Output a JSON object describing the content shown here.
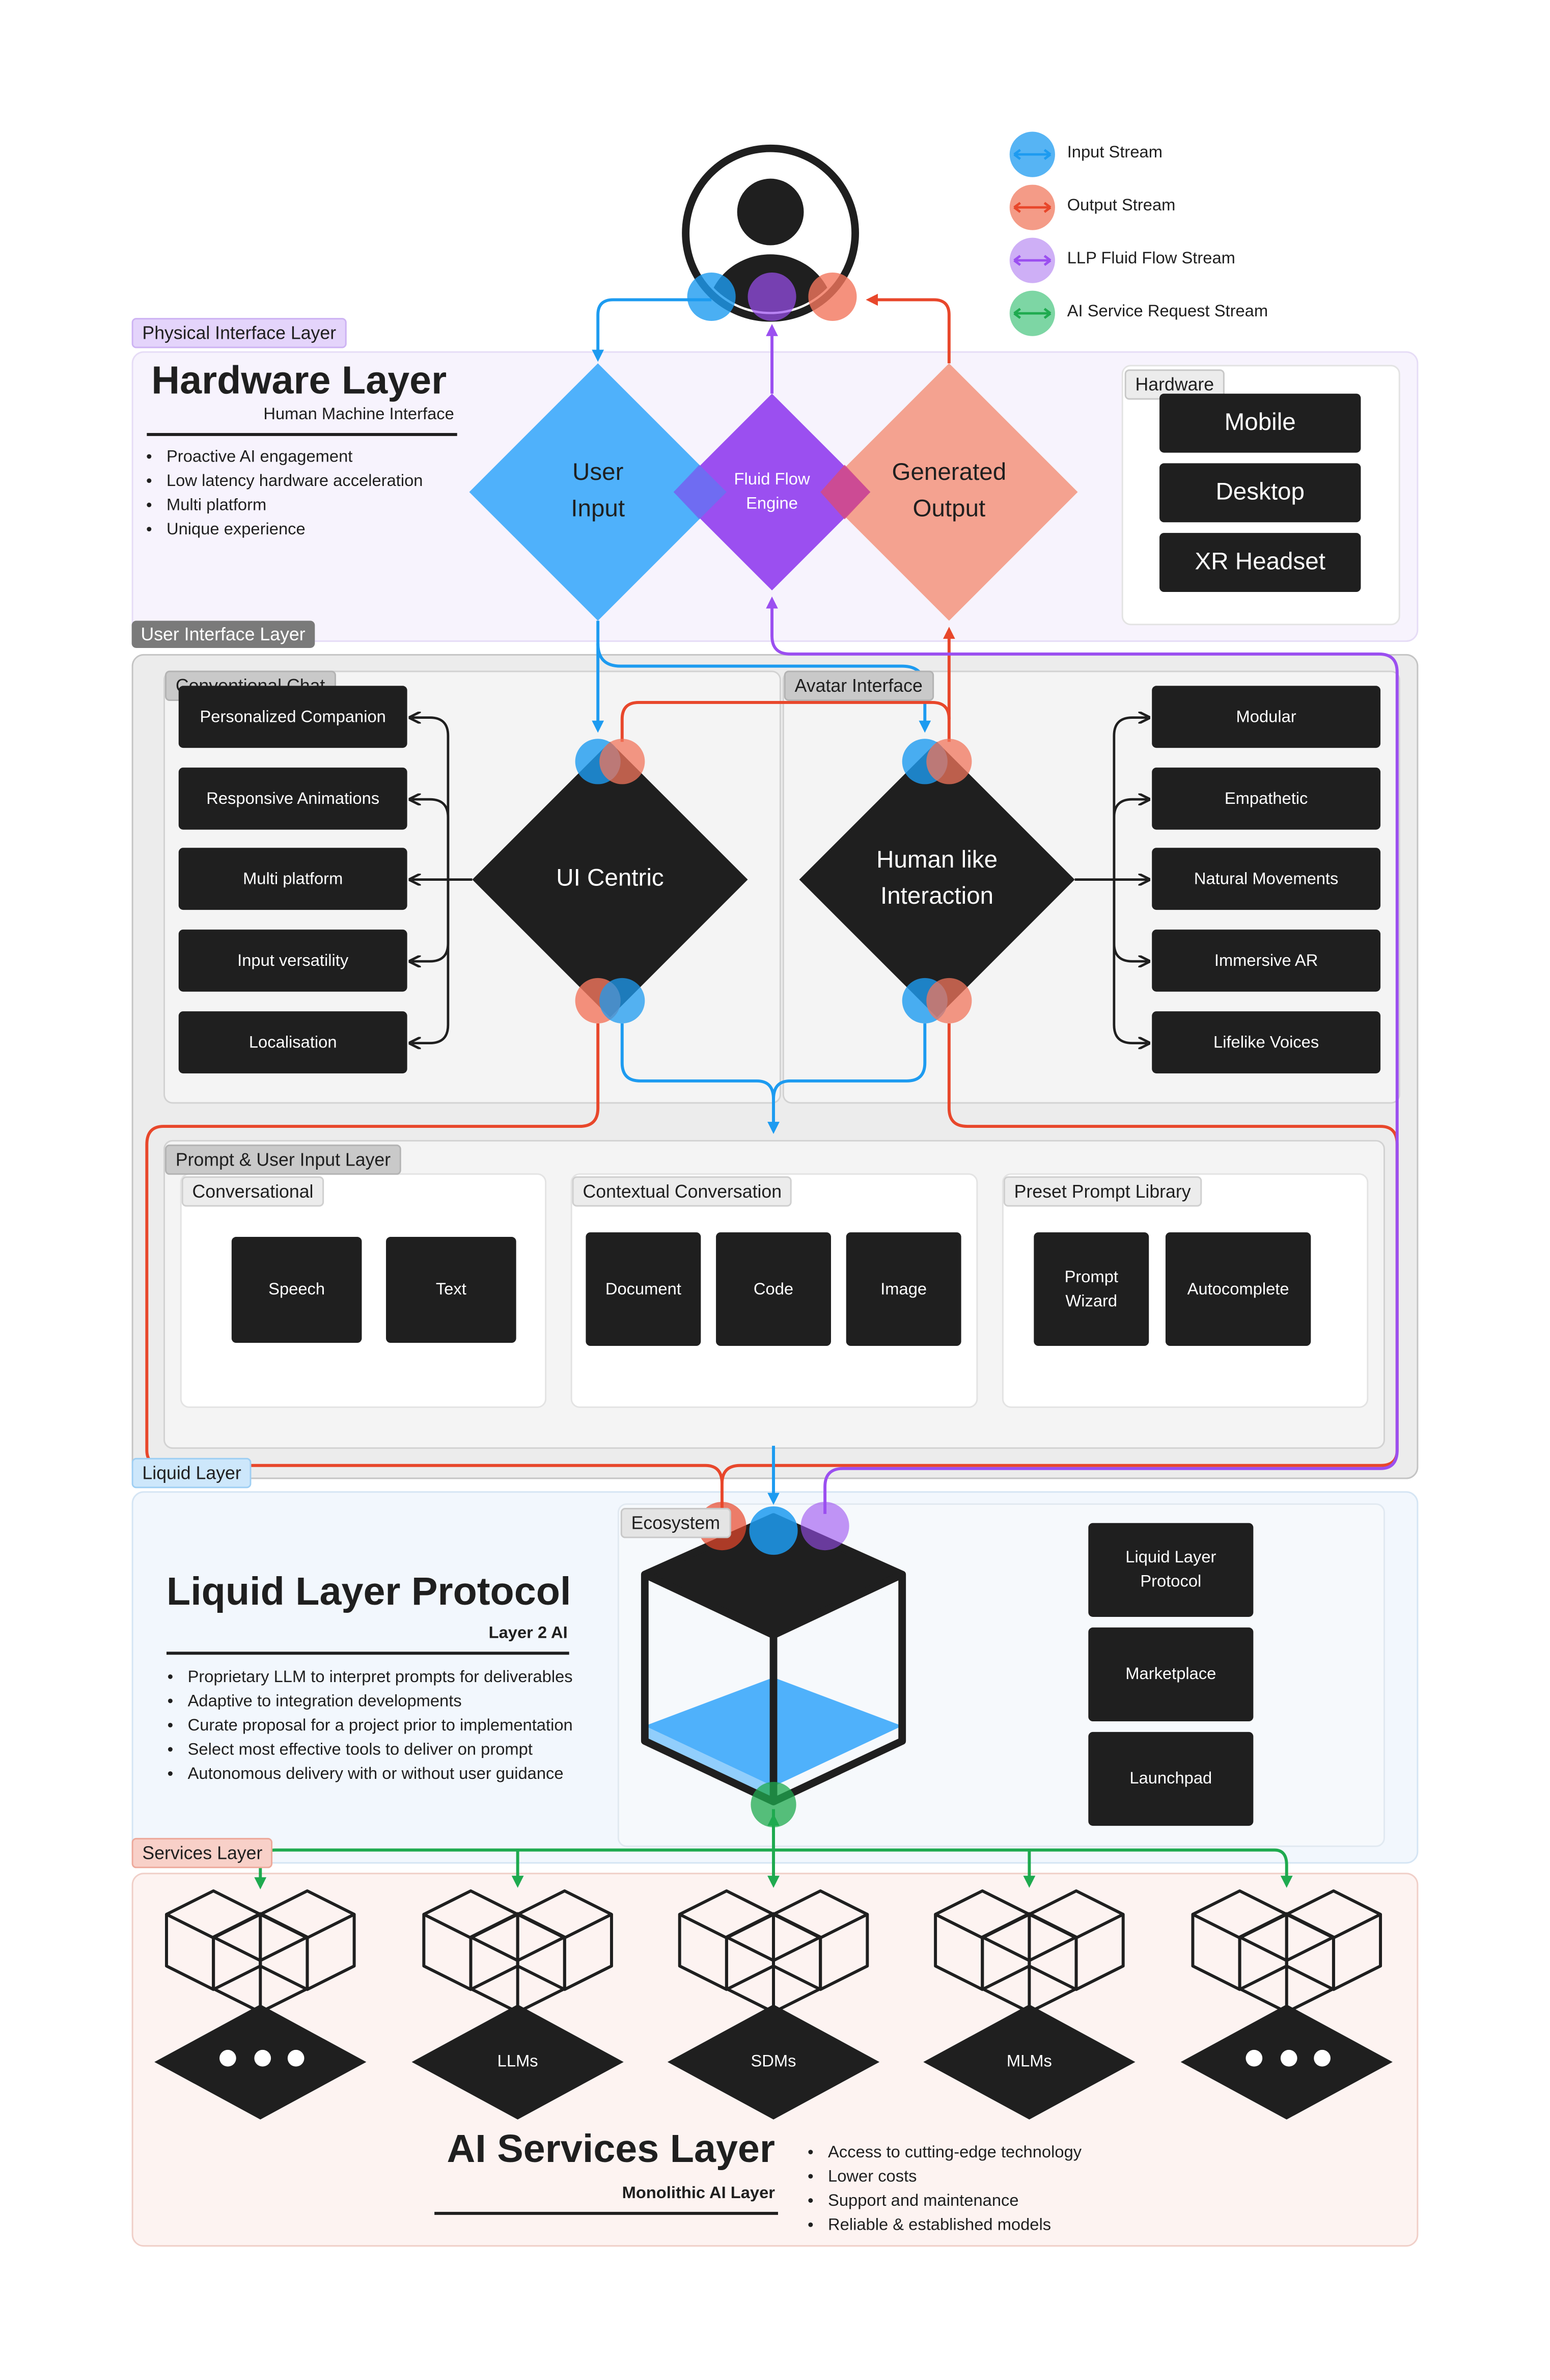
{
  "legend": {
    "input": "Input Stream",
    "output": "Output Stream",
    "llp": "LLP Fluid Flow Stream",
    "ai": "AI Service Request Stream"
  },
  "colors": {
    "input": "#1d9bf0",
    "output": "#e8472b",
    "llp": "#9b4ff0",
    "ai": "#1faa4f",
    "dark": "#1f1f1f"
  },
  "physical": {
    "tag": "Physical Interface Layer",
    "title": "Hardware Layer",
    "subtitle": "Human Machine Interface",
    "bullets": [
      "Proactive AI engagement",
      "Low latency hardware acceleration",
      "Multi platform",
      "Unique experience"
    ],
    "diamonds": {
      "input": "User Input",
      "engine": "Fluid Flow Engine",
      "output": "Generated Output"
    },
    "hardware": {
      "tag": "Hardware",
      "items": [
        "Mobile",
        "Desktop",
        "XR Headset"
      ]
    }
  },
  "ui": {
    "tag": "User Interface Layer",
    "chat": {
      "tag": "Conventional Chat",
      "center": "UI Centric",
      "items": [
        "Personalized Companion",
        "Responsive Animations",
        "Multi platform",
        "Input versatility",
        "Localisation"
      ]
    },
    "avatar": {
      "tag": "Avatar Interface",
      "center": "Human like Interaction",
      "items": [
        "Modular",
        "Empathetic",
        "Natural Movements",
        "Immersive AR",
        "Lifelike Voices"
      ]
    }
  },
  "prompt": {
    "tag": "Prompt & User Input Layer",
    "conversational": {
      "tag": "Conversational",
      "items": [
        "Speech",
        "Text"
      ]
    },
    "contextual": {
      "tag": "Contextual Conversation",
      "items": [
        "Document",
        "Code",
        "Image"
      ]
    },
    "preset": {
      "tag": "Preset Prompt Library",
      "items": [
        "Prompt Wizard",
        "Autocomplete"
      ]
    }
  },
  "liquid": {
    "tag": "Liquid Layer",
    "title": "Liquid Layer Protocol",
    "subtitle": "Layer 2 AI",
    "bullets": [
      "Proprietary LLM to interpret prompts for deliverables",
      "Adaptive to integration developments",
      "Curate proposal for a project prior to implementation",
      "Select most effective tools to deliver on prompt",
      "Autonomous delivery with or without user guidance"
    ],
    "ecosystem": {
      "tag": "Ecosystem",
      "items": [
        "Liquid Layer Protocol",
        "Marketplace",
        "Launchpad"
      ]
    }
  },
  "services": {
    "tag": "Services Layer",
    "title": "AI Services Layer",
    "subtitle": "Monolithic AI Layer",
    "bullets": [
      "Access to cutting-edge technology",
      "Lower costs",
      "Support and maintenance",
      "Reliable & established models"
    ],
    "models": [
      "LLMs",
      "SDMs",
      "MLMs"
    ]
  }
}
